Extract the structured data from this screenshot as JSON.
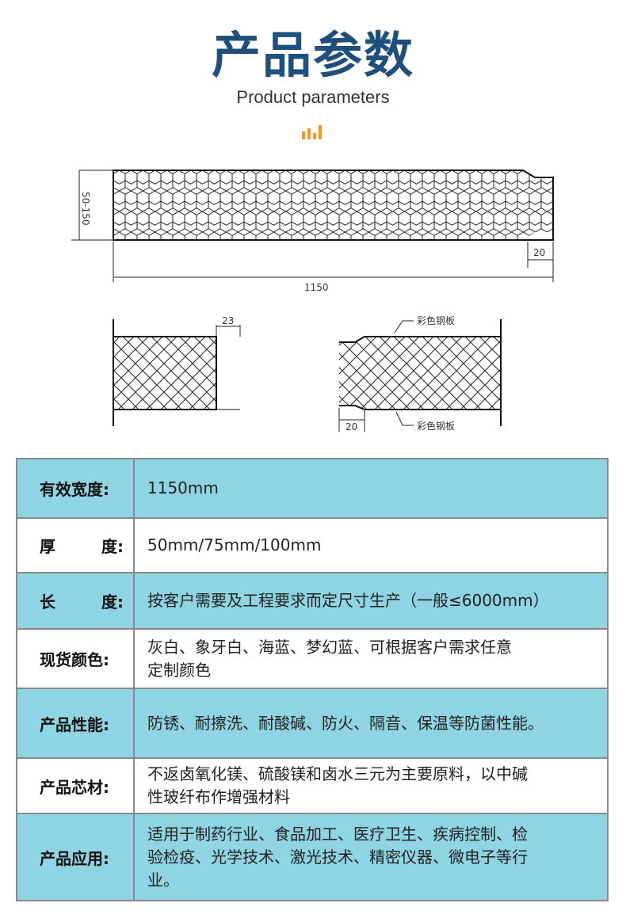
{
  "header": {
    "title_cn": "产品参数",
    "title_en": "Product parameters",
    "decoration": "bar-chart-icon",
    "accent_color": "#f39a1e",
    "title_color": "#1f4f7c"
  },
  "diagram": {
    "height_dim": "50-150",
    "width_dim": "1150",
    "edge_dim": "20",
    "left_detail_dim": "23",
    "right_detail_dim": "20",
    "steel_top_label": "彩色钢板",
    "steel_bottom_label": "彩色钢板"
  },
  "table": {
    "row_colors": {
      "teal": "#8fd4e2",
      "white": "#ffffff",
      "border": "#8a8a8a"
    },
    "rows": [
      {
        "label": "有效宽度:",
        "value": "1150mm"
      },
      {
        "label_left": "厚",
        "label_right": "度:",
        "value": "50mm/75mm/100mm"
      },
      {
        "label_left": "长",
        "label_right": "度:",
        "value": "按客户需要及工程要求而定尺寸生产（一般≤6000mm）"
      },
      {
        "label": "现货颜色:",
        "value_line1": "灰白、象牙白、海蓝、梦幻蓝、可根据客户需求任意",
        "value_line2": "定制颜色"
      },
      {
        "label": "产品性能:",
        "value": "防锈、耐擦洗、耐酸碱、防火、隔音、保温等防菌性能。"
      },
      {
        "label": "产品芯材:",
        "value_line1": "不返卤氧化镁、硫酸镁和卤水三元为主要原料，以中碱",
        "value_line2": "性玻纤布作增强材料"
      },
      {
        "label": "产品应用:",
        "value_line1": "适用于制药行业、食品加工、医疗卫生、疾病控制、检",
        "value_line2": "验检疫、光学技术、激光技术、精密仪器、微电子等行",
        "value_line3": "业。"
      }
    ]
  }
}
